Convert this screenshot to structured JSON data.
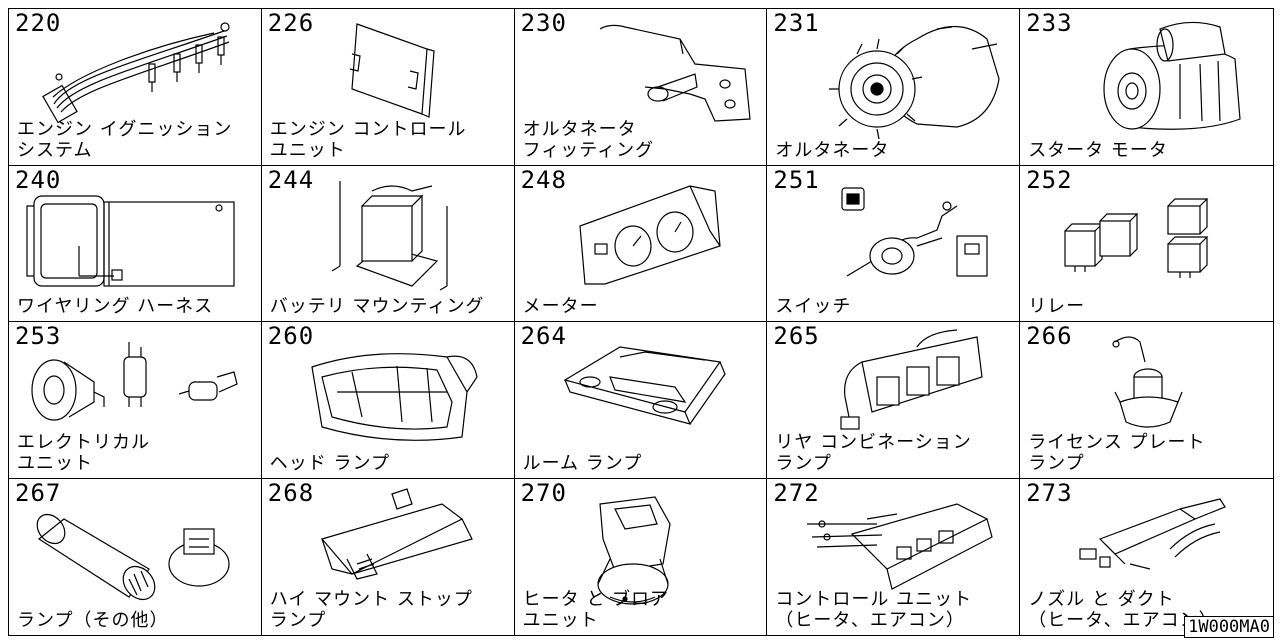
{
  "cells": [
    {
      "num": "220",
      "icon": "ignition-system-icon",
      "label": [
        "エンジン イグニッション",
        "システム"
      ]
    },
    {
      "num": "226",
      "icon": "control-unit-icon",
      "label": [
        "エンジン コントロール",
        "ユニット"
      ]
    },
    {
      "num": "230",
      "icon": "bracket-icon",
      "label": [
        "オルタネータ",
        "フィッティング"
      ]
    },
    {
      "num": "231",
      "icon": "alternator-icon",
      "label": [
        "オルタネータ"
      ]
    },
    {
      "num": "233",
      "icon": "starter-motor-icon",
      "label": [
        "スタータ モータ"
      ]
    },
    {
      "num": "240",
      "icon": "wiring-harness-icon",
      "label": [
        "ワイヤリング ハーネス"
      ]
    },
    {
      "num": "244",
      "icon": "battery-mounting-icon",
      "label": [
        "バッテリ マウンティング"
      ]
    },
    {
      "num": "248",
      "icon": "meter-cluster-icon",
      "label": [
        "メーター"
      ]
    },
    {
      "num": "251",
      "icon": "switch-icon",
      "label": [
        "スイッチ"
      ]
    },
    {
      "num": "252",
      "icon": "relay-icon",
      "label": [
        "リレー"
      ]
    },
    {
      "num": "253",
      "icon": "horn-icon",
      "label": [
        "エレクトリカル",
        "ユニット"
      ]
    },
    {
      "num": "260",
      "icon": "headlamp-icon",
      "label": [
        "ヘッド ランプ"
      ]
    },
    {
      "num": "264",
      "icon": "room-lamp-icon",
      "label": [
        "ルーム ランプ"
      ]
    },
    {
      "num": "265",
      "icon": "rear-combination-lamp-icon",
      "label": [
        "リヤ コンビネーション",
        "ランプ"
      ]
    },
    {
      "num": "266",
      "icon": "license-plate-lamp-icon",
      "label": [
        "ライセンス プレート",
        "ランプ"
      ]
    },
    {
      "num": "267",
      "icon": "lamp-bulb-icon",
      "label": [
        "ランプ（その他）"
      ]
    },
    {
      "num": "268",
      "icon": "high-mount-stop-lamp-icon",
      "label": [
        "ハイ マウント ストップ",
        "ランプ"
      ]
    },
    {
      "num": "270",
      "icon": "heater-blower-icon",
      "label": [
        "ヒータ と ブロア",
        "ユニット"
      ]
    },
    {
      "num": "272",
      "icon": "heater-control-unit-icon",
      "label": [
        "コントロール ユニット",
        "（ヒータ、エアコン）"
      ]
    },
    {
      "num": "273",
      "icon": "nozzle-duct-icon",
      "label": [
        "ノズル と ダクト",
        "（ヒータ、エアコン）"
      ]
    }
  ],
  "code": "1W000MA0"
}
